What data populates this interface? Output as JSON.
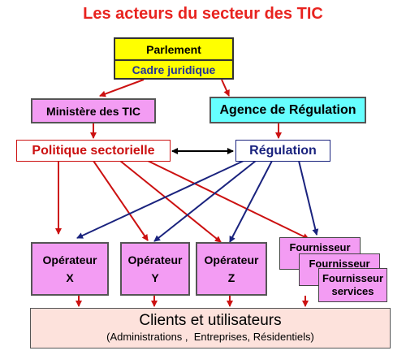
{
  "title": "Les acteurs du secteur des TIC",
  "nodes": {
    "parlement": "Parlement",
    "cadre": "Cadre juridique",
    "ministere": "Ministère des TIC",
    "agence": "Agence de Régulation",
    "politique": "Politique sectorielle",
    "regulation": "Régulation",
    "op_x": [
      "Opérateur",
      "X"
    ],
    "op_y": [
      "Opérateur",
      "Y"
    ],
    "op_z": [
      "Opérateur",
      "Z"
    ],
    "fournisseur_1": "Fournisseur",
    "fournisseur_2": "Fournisseur",
    "fournisseur_3": [
      "Fournisseur",
      "services"
    ],
    "clients_title": "Clients et utilisateurs",
    "clients_sub": "(Administrations ,  Entreprises, Résidentiels)"
  },
  "colors": {
    "title": "#e8231f",
    "yellow": "#ffff00",
    "pink": "#f39cf3",
    "cyan": "#66ffff",
    "red_arrow": "#cc1111",
    "blue_arrow": "#1a237e",
    "clients_bg": "#fde2dc"
  }
}
